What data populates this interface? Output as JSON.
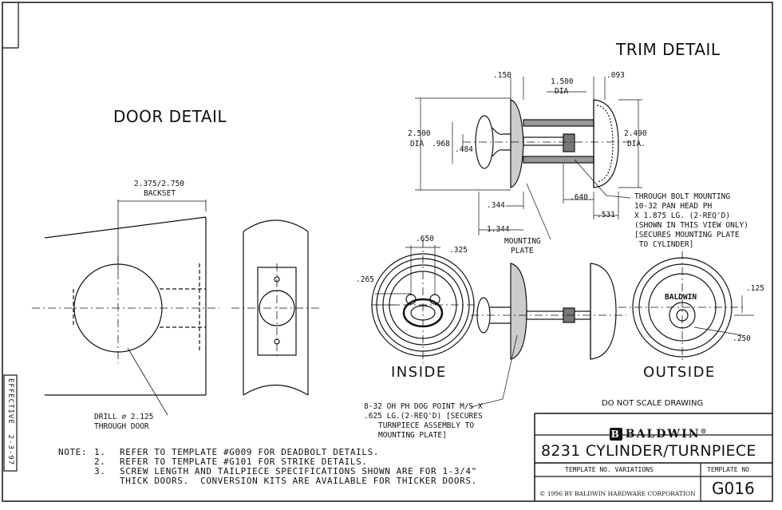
{
  "headings": {
    "trim_detail": "TRIM DETAIL",
    "door_detail": "DOOR DETAIL",
    "inside": "INSIDE",
    "outside": "OUTSIDE"
  },
  "door_dims": {
    "backset_value": "2.375/2.750",
    "backset_label": "BACKSET",
    "drill_line1": "DRILL ∅ 2.125",
    "drill_line2": "THROUGH DOOR"
  },
  "trim_dims": {
    "d150": ".150",
    "d1500": "1.500",
    "d1500_label": "DIA",
    "d093": ".093",
    "d2500": "2.500",
    "d2500_label": "DIA",
    "d968": ".968",
    "d484": ".484",
    "d2490": "2.490",
    "d2490_label": "DIA.",
    "d344": ".344",
    "d640": ".640",
    "d531": ".531",
    "d1344": "1.344"
  },
  "callouts": {
    "through_bolt": [
      "THROUGH BOLT MOUNTING",
      "10-32 PAN HEAD PH",
      "X 1.875 LG. (2-REQ'D)",
      "(SHOWN IN THIS VIEW ONLY)",
      "[SECURES MOUNTING PLATE",
      " TO CYLINDER]"
    ],
    "mounting_plate": [
      "MOUNTING",
      "PLATE"
    ],
    "screw": [
      "8-32 OH PH DOG POINT M/S X",
      ".625 LG.(2-REQ'D) [SECURES",
      "TURNPIECE ASSEMBLY TO",
      "MOUNTING PLATE]"
    ]
  },
  "front_dims": {
    "d650": ".650",
    "d325": ".325",
    "d265": ".265",
    "d125": ".125",
    "d250": ".250",
    "cyl_brand": "BALDWIN"
  },
  "notes": {
    "label": "NOTE:",
    "items": [
      {
        "num": "1.",
        "text": "REFER TO TEMPLATE #G009 FOR DEADBOLT DETAILS."
      },
      {
        "num": "2.",
        "text": "REFER TO TEMPLATE #G101 FOR STRIKE DETAILS."
      },
      {
        "num": "3.",
        "text": "SCREW LENGTH AND TAILPIECE SPECIFICATIONS SHOWN ARE FOR 1-3/4\""
      },
      {
        "num": "",
        "text": "THICK DOORS.  CONVERSION KITS ARE AVAILABLE FOR THICKER DOORS."
      }
    ]
  },
  "effective": "EFFECTIVE  2-3-97",
  "title_block": {
    "do_not_scale": "DO NOT SCALE DRAWING",
    "logo_letter": "B",
    "brand": "BALDWIN",
    "brand_mark": "®",
    "title": "8231 CYLINDER/TURNPIECE",
    "variations_label": "TEMPLATE NO. VARIATIONS",
    "template_no_label": "TEMPLATE NO",
    "template_no": "G016",
    "copyright": "© 1996 BY BALDWIN HARDWARE CORPORATION"
  }
}
